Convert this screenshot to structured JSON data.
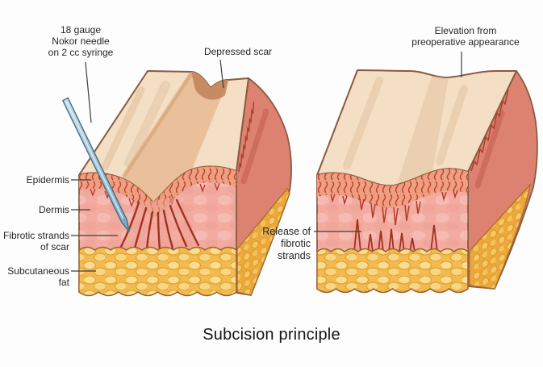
{
  "figure": {
    "caption": "Subcision principle",
    "labels": {
      "needle": "18 gauge\nNokor needle\non 2 cc syringe",
      "depressed_scar": "Depressed scar",
      "elevation": "Elevation from\npreoperative appearance",
      "epidermis": "Epidermis",
      "dermis": "Dermis",
      "fibrotic_strands": "Fibrotic strands\nof scar",
      "subcutaneous_fat": "Subcutaneous\nfat",
      "release": "Release of\nfibrotic\nstrands"
    },
    "colors": {
      "skin_surface": "#f4dfc5",
      "scar_groove": "#e9c09a",
      "dermis": "#f3aba0",
      "epidermis_band": "#ec9e80",
      "fibrotic_strand": "#a23122",
      "subcutaneous_fat": "#f3bb4f",
      "side_dermis": "#dd8271",
      "needle": "#a9c8d6",
      "outline": "#8a5a40",
      "text": "#262626"
    }
  }
}
